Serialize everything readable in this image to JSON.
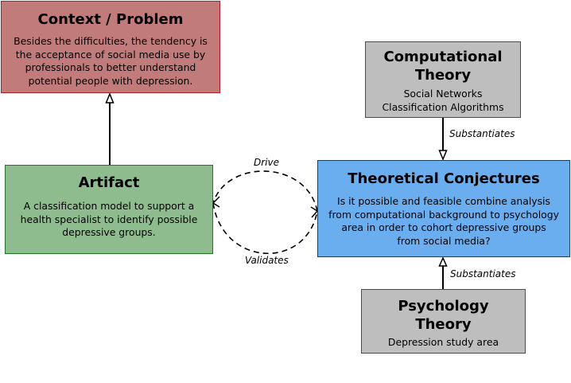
{
  "context_box": {
    "title": "Context / Problem",
    "lines": [
      "Besides the difficulties, the tendency is",
      "the acceptance of social media use by",
      "professionals to better understand",
      "potential people with depression."
    ]
  },
  "artifact_box": {
    "title": "Artifact",
    "lines": [
      "A classification model to support a",
      "health specialist to identify possible",
      "depressive groups."
    ]
  },
  "computational_box": {
    "title_lines": [
      "Computational",
      "Theory"
    ],
    "lines": [
      "Social Networks",
      "Classification Algorithms"
    ]
  },
  "conjectures_box": {
    "title": "Theoretical Conjectures",
    "lines": [
      "Is it possible and feasible combine analysis",
      "from computational background to psychology",
      "area  in order to cohort depressive groups",
      "from social media?"
    ]
  },
  "psychology_box": {
    "title_lines": [
      "Psychology",
      "Theory"
    ],
    "lines": [
      "Depression study area"
    ]
  },
  "edge_labels": {
    "drive": "Drive",
    "validates": "Validates",
    "substantiates_top": "Substantiates",
    "substantiates_bottom": "Substantiates"
  },
  "colors": {
    "context_fill": "#c27b7b",
    "artifact_fill": "#8fbc8f",
    "theory_fill": "#bebebe",
    "conjectures_fill": "#6aaef0"
  }
}
